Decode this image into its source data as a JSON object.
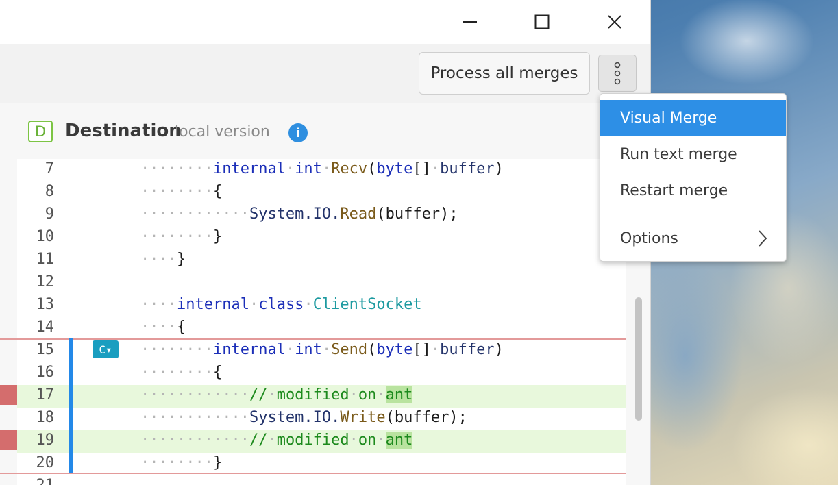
{
  "window": {
    "controls": {
      "minimize": "minimize-icon",
      "maximize": "maximize-icon",
      "close": "close-icon"
    }
  },
  "toolbar": {
    "process_label": "Process all merges",
    "more_icon": "more-vertical-icon"
  },
  "destination": {
    "badge": "D",
    "title": "Destination",
    "subtitle": "local version",
    "info_icon": "i"
  },
  "conflict": {
    "button_label": "C▾"
  },
  "code_lines": [
    {
      "num": "7"
    },
    {
      "num": "8"
    },
    {
      "num": "9"
    },
    {
      "num": "10"
    },
    {
      "num": "11"
    },
    {
      "num": "12"
    },
    {
      "num": "13"
    },
    {
      "num": "14"
    },
    {
      "num": "15"
    },
    {
      "num": "16"
    },
    {
      "num": "17"
    },
    {
      "num": "18"
    },
    {
      "num": "19"
    },
    {
      "num": "20"
    },
    {
      "num": "21"
    }
  ],
  "code_text": {
    "internal": "internal",
    "int": "int",
    "recv": "Recv",
    "byte": "byte",
    "brackets": "[]",
    "buffer": "buffer",
    "open_brace": "{",
    "close_brace": "}",
    "system_io": "System.IO.",
    "read": "Read",
    "write": "Write",
    "call_args": "(buffer);",
    "open_paren": "(",
    "close_paren": ")",
    "class": "class",
    "client_socket": "ClientSocket",
    "send": "Send",
    "comment_prefix": "//",
    "modified": "modified",
    "on": "on",
    "ant": "ant"
  },
  "menu": {
    "items": [
      {
        "label": "Visual Merge",
        "active": true
      },
      {
        "label": "Run text merge",
        "active": false
      },
      {
        "label": "Restart merge",
        "active": false
      }
    ],
    "options_label": "Options",
    "options_icon": "chevron-right-icon"
  },
  "colors": {
    "menu_active": "#2d8fe6",
    "conflict_bar": "#2389e8",
    "added_line": "#e8f8dc",
    "keyword": "#1c2fb8",
    "comment": "#1d8a1d"
  }
}
